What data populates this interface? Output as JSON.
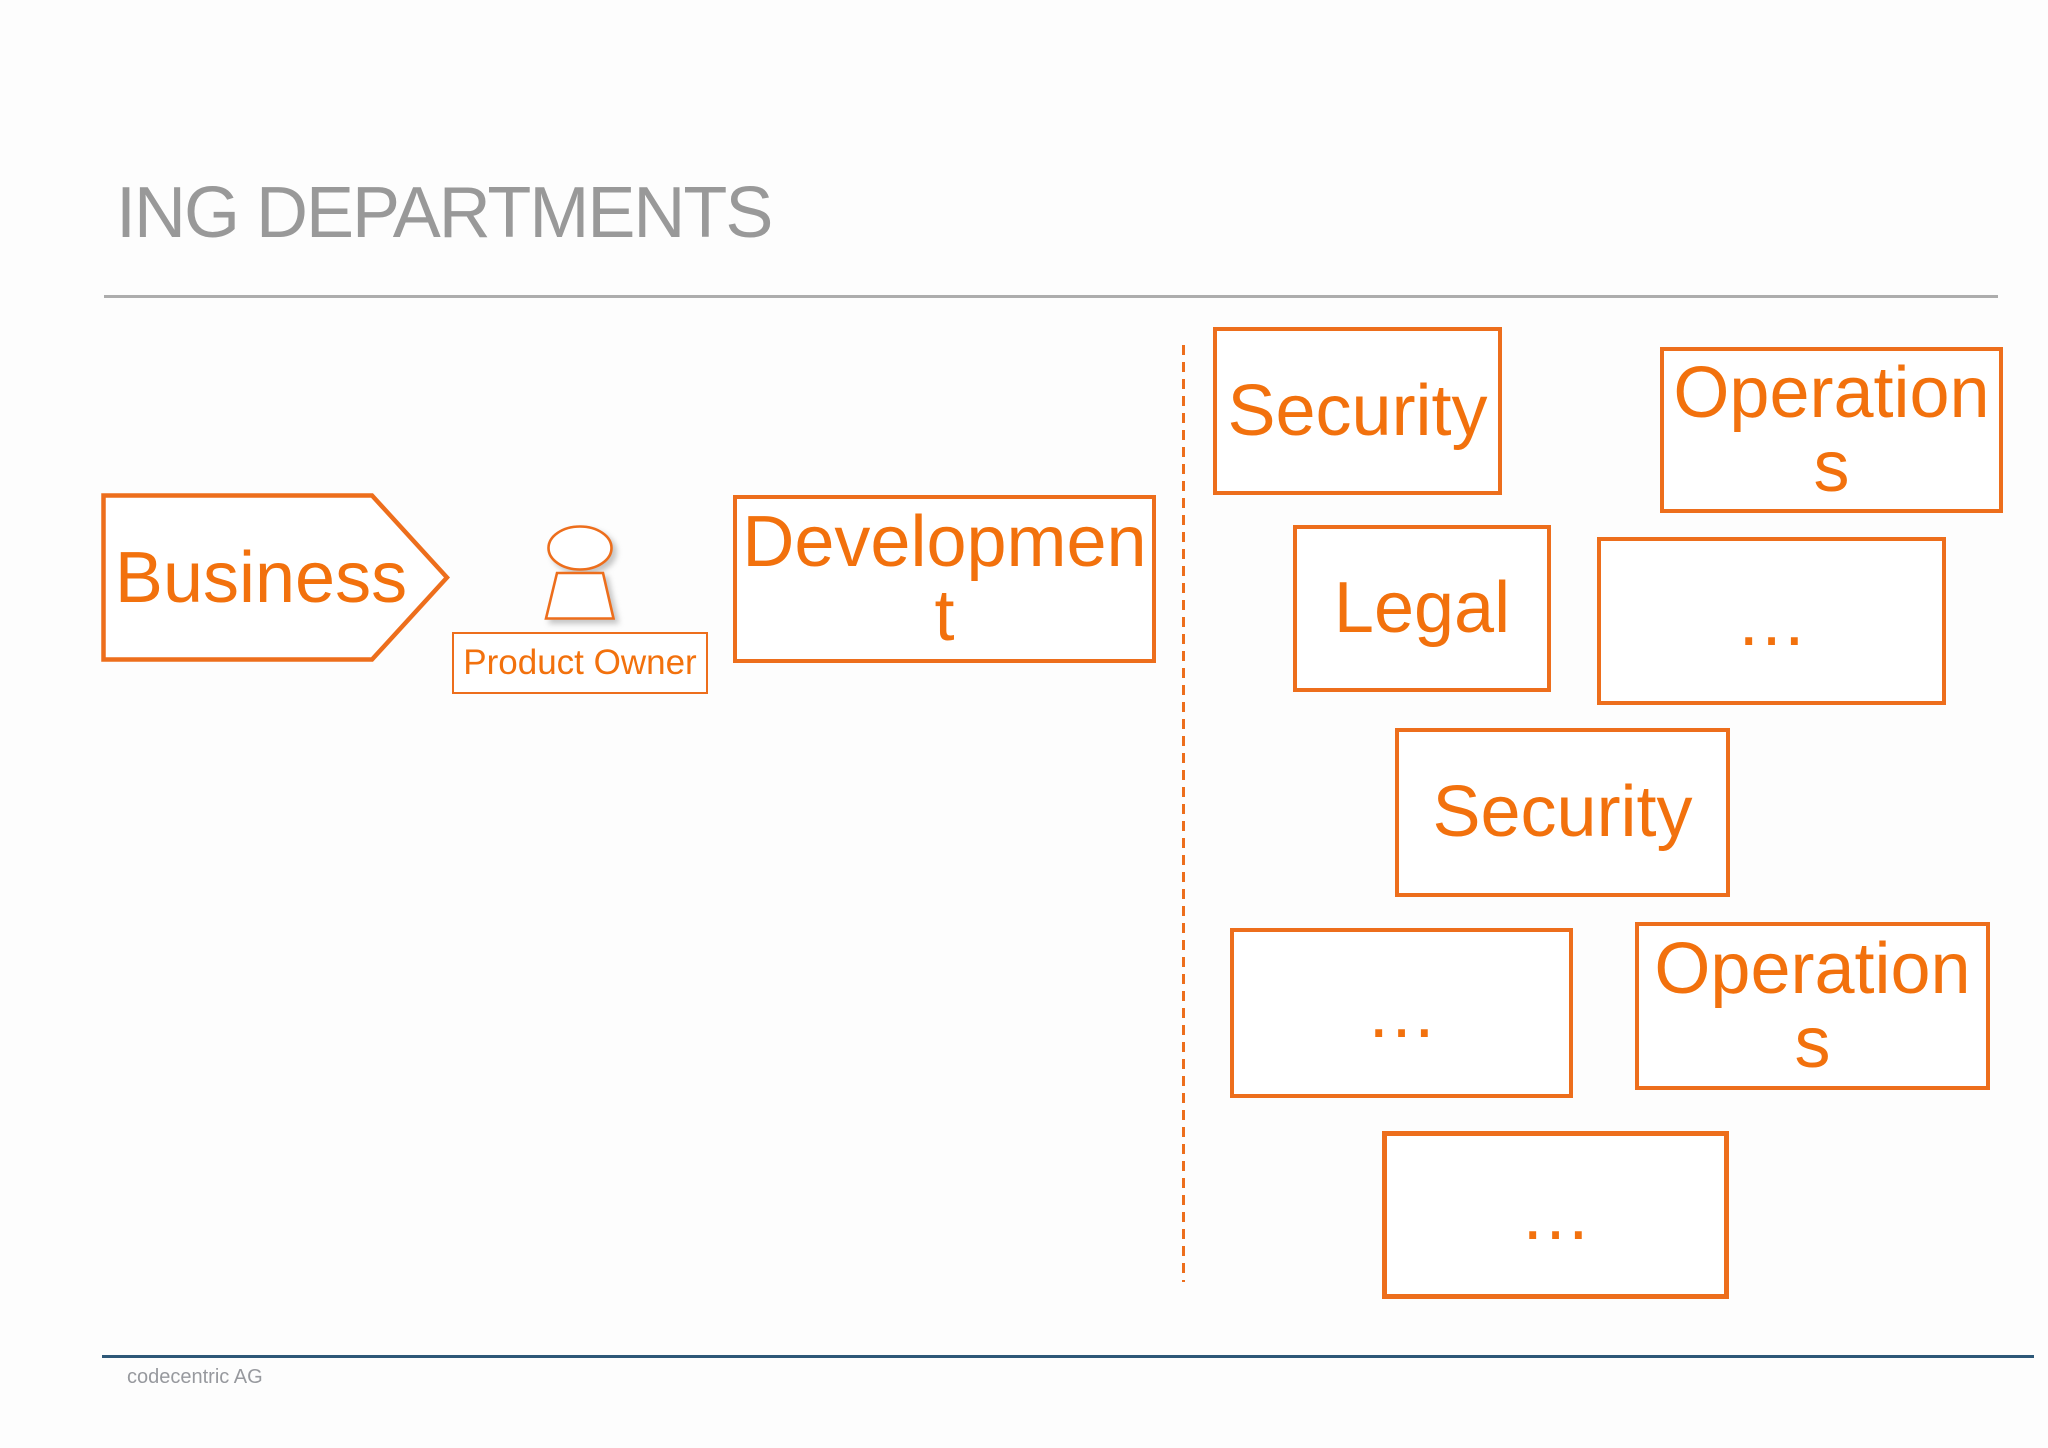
{
  "slide": {
    "title": "ING DEPARTMENTS",
    "footer": "codecentric AG"
  },
  "colors": {
    "accent_orange": "#ED6E1C",
    "text_orange": "#F2710D",
    "title_gray": "#999999",
    "divider_gray": "#ADADAD",
    "footer_line_blue": "#2E5878",
    "footer_text_gray": "#97999E",
    "background": "#FDFDFD"
  },
  "icons": {
    "person": "person-pawn-icon"
  },
  "pipeline": {
    "business": {
      "label": "Business"
    },
    "product_owner": {
      "label": "Product Owner"
    },
    "development": {
      "label": "Development"
    }
  },
  "departments": [
    {
      "label": "Security"
    },
    {
      "label": "Operations"
    },
    {
      "label": "Legal"
    },
    {
      "label": "…"
    },
    {
      "label": "Security"
    },
    {
      "label": "…"
    },
    {
      "label": "Operations"
    },
    {
      "label": "…"
    }
  ]
}
